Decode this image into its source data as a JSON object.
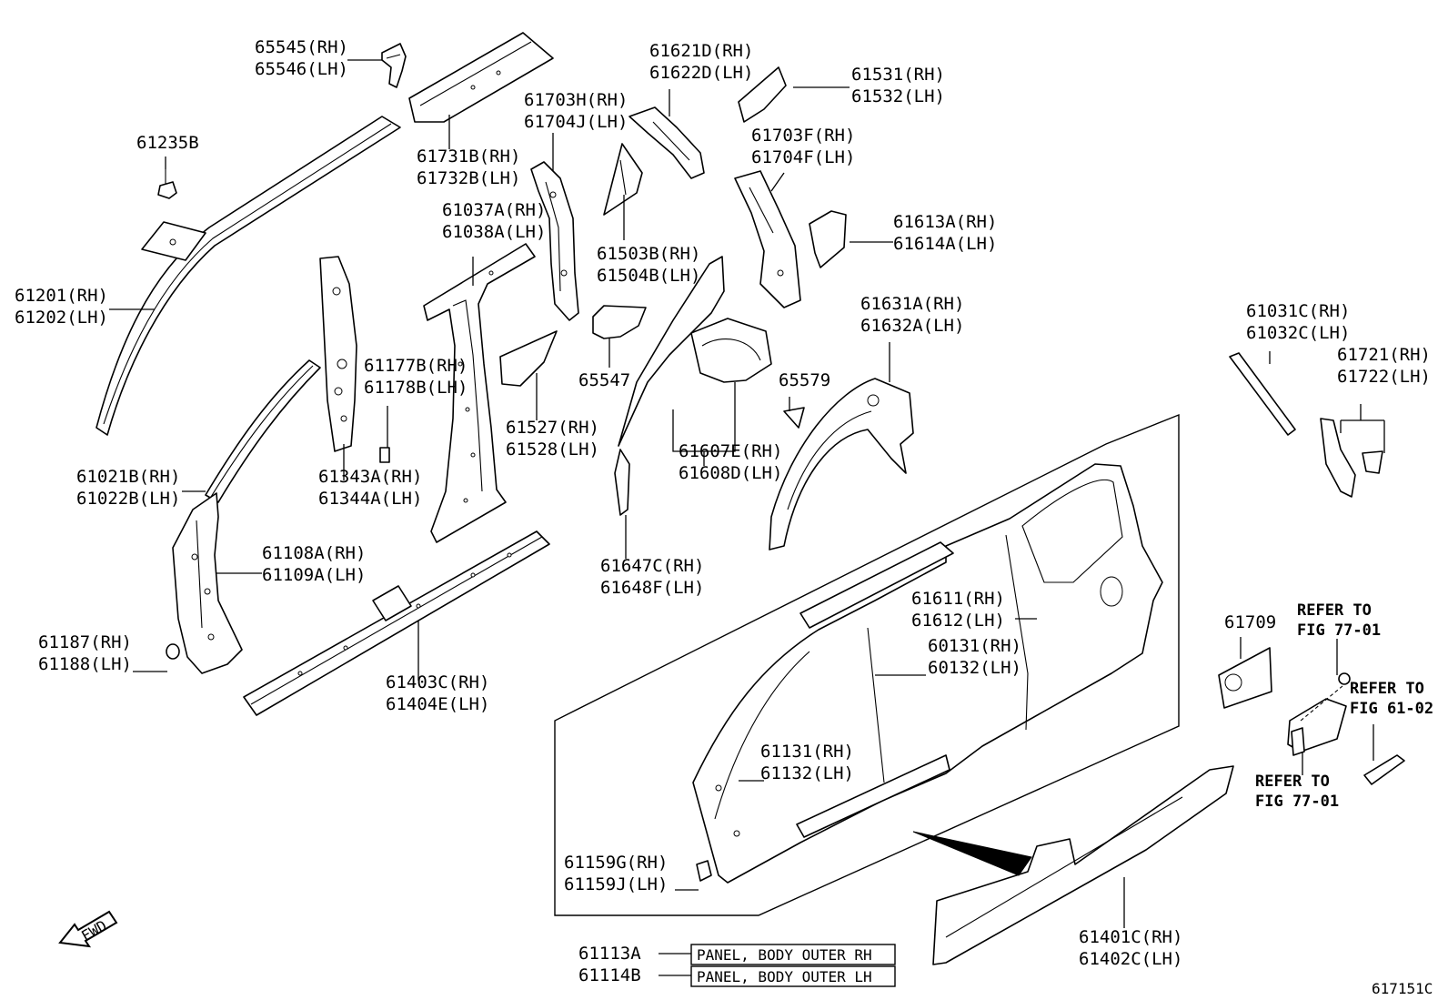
{
  "labels": {
    "p65545": [
      "65545(RH)",
      "65546(LH)"
    ],
    "p61235": [
      "61235B"
    ],
    "p61731": [
      "61731B(RH)",
      "61732B(LH)"
    ],
    "p61703h": [
      "61703H(RH)",
      "61704J(LH)"
    ],
    "p61621": [
      "61621D(RH)",
      "61622D(LH)"
    ],
    "p61531": [
      "61531(RH)",
      "61532(LH)"
    ],
    "p61703f": [
      "61703F(RH)",
      "61704F(LH)"
    ],
    "p61037": [
      "61037A(RH)",
      "61038A(LH)"
    ],
    "p61503": [
      "61503B(RH)",
      "61504B(LH)"
    ],
    "p61613": [
      "61613A(RH)",
      "61614A(LH)"
    ],
    "p61201": [
      "61201(RH)",
      "61202(LH)"
    ],
    "p61631": [
      "61631A(RH)",
      "61632A(LH)"
    ],
    "p61031": [
      "61031C(RH)",
      "61032C(LH)"
    ],
    "p61721": [
      "61721(RH)",
      "61722(LH)"
    ],
    "p61177": [
      "61177B(RH)",
      "61178B(LH)"
    ],
    "p65547": [
      "65547"
    ],
    "p65579": [
      "65579"
    ],
    "p61527": [
      "61527(RH)",
      "61528(LH)"
    ],
    "p61607": [
      "61607E(RH)",
      "61608D(LH)"
    ],
    "p61021": [
      "61021B(RH)",
      "61022B(LH)"
    ],
    "p61343": [
      "61343A(RH)",
      "61344A(LH)"
    ],
    "p61108": [
      "61108A(RH)",
      "61109A(LH)"
    ],
    "p61647": [
      "61647C(RH)",
      "61648F(LH)"
    ],
    "p61611": [
      "61611(RH)",
      "61612(LH)"
    ],
    "p61709": [
      "61709"
    ],
    "p60131": [
      "60131(RH)",
      "60132(LH)"
    ],
    "p61187": [
      "61187(RH)",
      "61188(LH)"
    ],
    "p61403": [
      "61403C(RH)",
      "61404E(LH)"
    ],
    "p61131": [
      "61131(RH)",
      "61132(LH)"
    ],
    "p61159": [
      "61159G(RH)",
      "61159J(LH)"
    ],
    "p61401": [
      "61401C(RH)",
      "61402C(LH)"
    ],
    "ref1": [
      "REFER TO",
      "FIG 77-01"
    ],
    "ref2": [
      "REFER TO",
      "FIG 61-02"
    ],
    "ref3": [
      "REFER TO",
      "FIG 77-01"
    ]
  },
  "legend": [
    {
      "code": "61113A",
      "description": "PANEL, BODY OUTER RH"
    },
    {
      "code": "61114B",
      "description": "PANEL, BODY OUTER LH"
    }
  ],
  "fwd_label": "FWD",
  "figure_number": "617151C"
}
